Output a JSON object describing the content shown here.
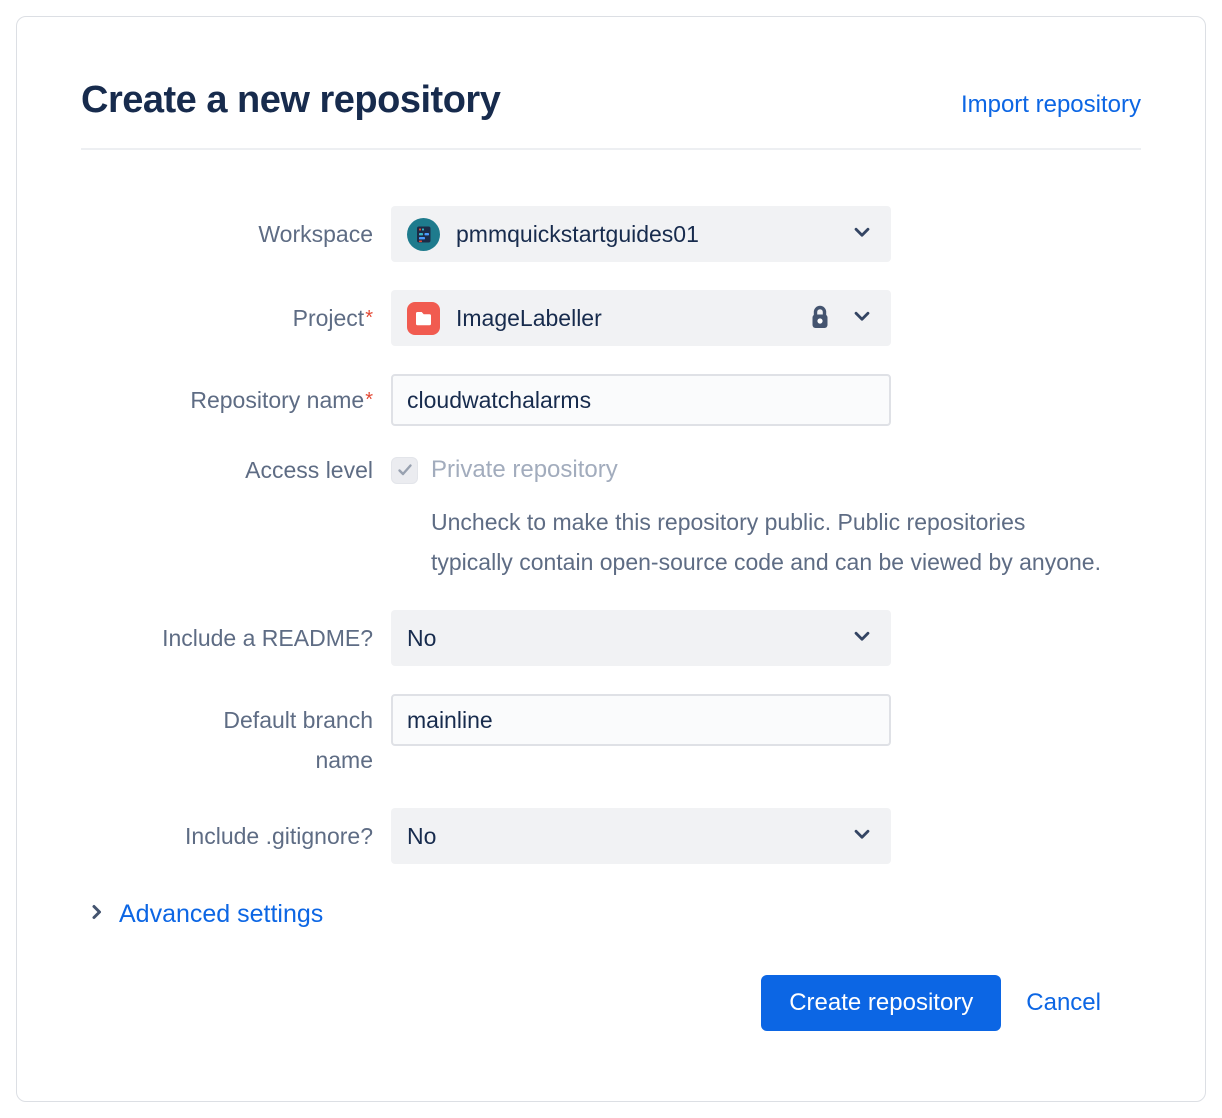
{
  "header": {
    "title": "Create a new repository",
    "import_link": "Import repository"
  },
  "form": {
    "workspace": {
      "label": "Workspace",
      "value": "pmmquickstartguides01"
    },
    "project": {
      "label": "Project",
      "required_marker": "*",
      "value": "ImageLabeller"
    },
    "repository_name": {
      "label": "Repository name",
      "required_marker": "*",
      "value": "cloudwatchalarms"
    },
    "access_level": {
      "label": "Access level",
      "checkbox_label": "Private repository",
      "checkbox_checked": true,
      "help_text": "Uncheck to make this repository public. Public repositories typically contain open-source code and can be viewed by anyone."
    },
    "include_readme": {
      "label": "Include a README?",
      "value": "No"
    },
    "default_branch": {
      "label": "Default branch name",
      "value": "mainline"
    },
    "include_gitignore": {
      "label": "Include .gitignore?",
      "value": "No"
    }
  },
  "advanced_settings_label": "Advanced settings",
  "actions": {
    "create_label": "Create repository",
    "cancel_label": "Cancel"
  },
  "colors": {
    "accent_blue": "#0C66E4",
    "title_text": "#172B4D",
    "label_text": "#5E6C84",
    "project_icon_red": "#F15B50",
    "workspace_avatar_teal": "#1E7B8D",
    "disabled_text": "#A2ACBD"
  }
}
